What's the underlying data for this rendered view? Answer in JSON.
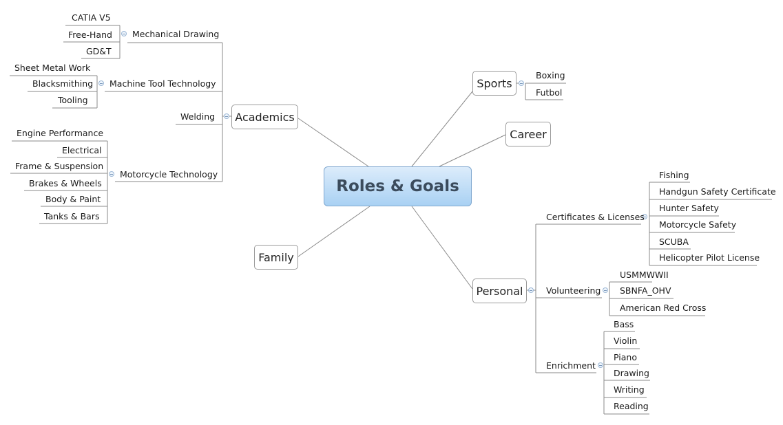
{
  "root": "Roles & Goals",
  "main": {
    "academics": "Academics",
    "sports": "Sports",
    "career": "Career",
    "family": "Family",
    "personal": "Personal"
  },
  "academics": {
    "mechanical_drawing": {
      "label": "Mechanical Drawing",
      "items": [
        "CATIA V5",
        "Free-Hand",
        "GD&T"
      ]
    },
    "machine_tool": {
      "label": "Machine Tool Technology",
      "items": [
        "Sheet Metal Work",
        "Blacksmithing",
        "Tooling"
      ]
    },
    "welding": {
      "label": "Welding"
    },
    "motorcycle": {
      "label": "Motorcycle Technology",
      "items": [
        "Engine Performance",
        "Electrical",
        "Frame & Suspension",
        "Brakes & Wheels",
        "Body & Paint",
        "Tanks & Bars"
      ]
    }
  },
  "sports": {
    "items": [
      "Boxing",
      "Futbol"
    ]
  },
  "personal": {
    "certificates": {
      "label": "Certificates & Licenses",
      "items": [
        "Fishing",
        "Handgun Safety Certificate",
        "Hunter Safety",
        "Motorcycle Safety",
        "SCUBA",
        "Helicopter Pilot License"
      ]
    },
    "volunteering": {
      "label": "Volunteering",
      "items": [
        "USMMWWII",
        "SBNFA_OHV",
        "American Red Cross"
      ]
    },
    "enrichment": {
      "label": "Enrichment",
      "items": [
        "Bass",
        "Violin",
        "Piano",
        "Drawing",
        "Writing",
        "Reading"
      ]
    }
  }
}
